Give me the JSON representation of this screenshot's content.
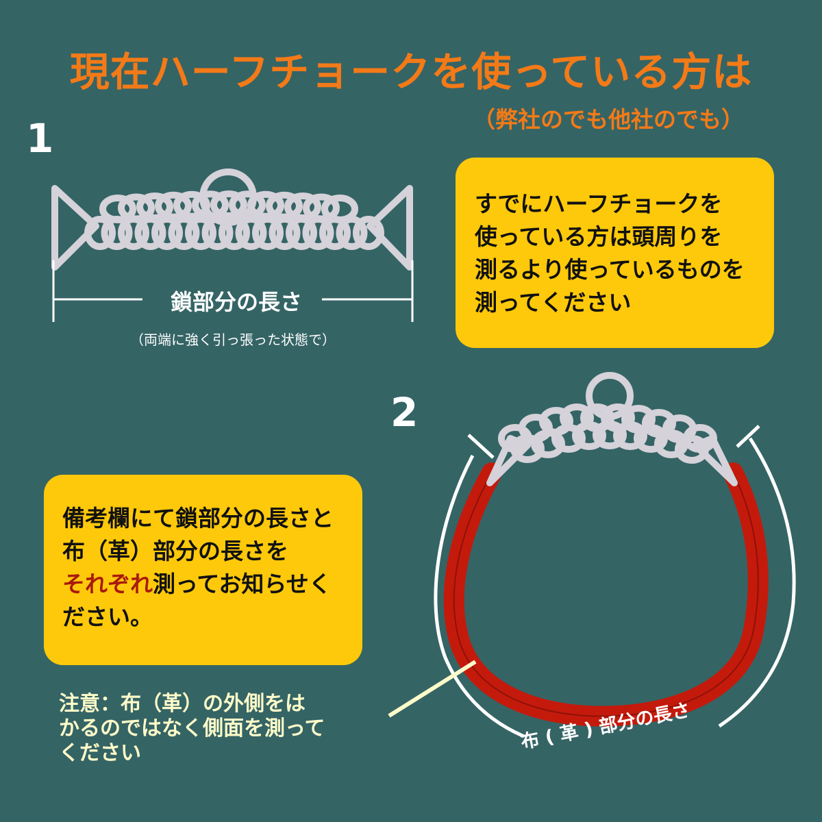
{
  "title": "現在ハーフチョークを使っている方は",
  "subtitle": "（弊社のでも他社のでも）",
  "step1": {
    "number": "1",
    "chain_label": "鎖部分の長さ",
    "chain_note": "（両端に強く引っ張った状態で）"
  },
  "info_box": {
    "lines": [
      "すでにハーフチョークを",
      "使っている方は頭周りを",
      "測るより使っているものを",
      "測ってください"
    ]
  },
  "step2": {
    "number": "2",
    "fabric_label": "布 ( 革 ) 部分の長さ"
  },
  "remarks_box": {
    "line1": "備考欄にて鎖部分の長さと",
    "line2": "布（革）部分の長さを",
    "line3_emphasis": "それぞれ",
    "line3_rest": "測ってお知らせく",
    "line4": "ださい。"
  },
  "caution": {
    "lines": [
      "注意：布（革）の外側をは",
      "かるのではなく側面を測って",
      "ください"
    ]
  },
  "colors": {
    "background": "#356465",
    "title": "#f47a17",
    "box": "#fec90a",
    "emphasis": "#a81a0d",
    "collar": "#c41a0c",
    "chain": "#d5d2d9",
    "caution": "#fdfbc9"
  }
}
